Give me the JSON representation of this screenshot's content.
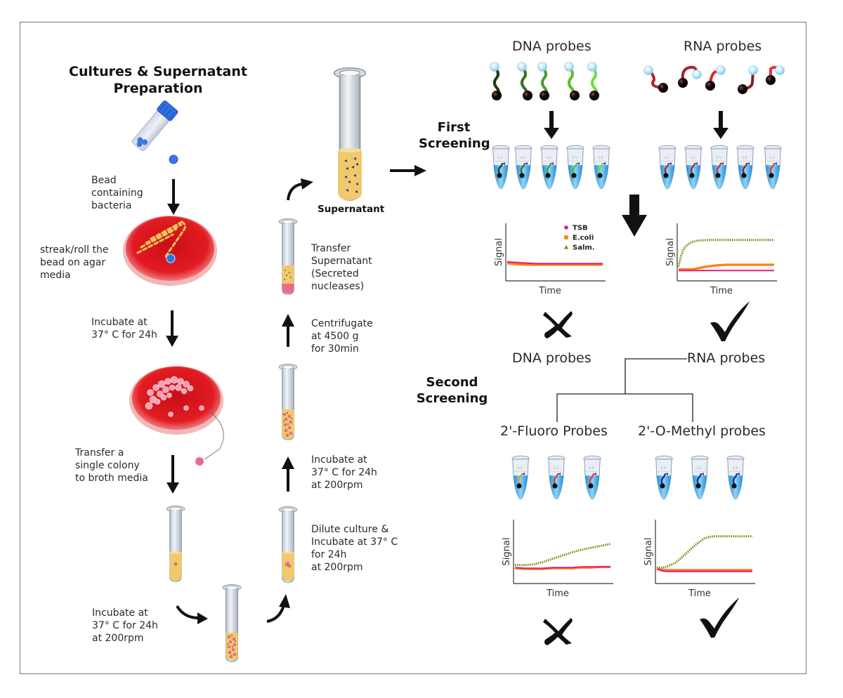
{
  "left_section": {
    "title": "Cultures & Supernatant Preparation",
    "steps": [
      {
        "label": "Bead\ncontaining\nbacteria"
      },
      {
        "label": "streak/roll the\nbead on agar\nmedia"
      },
      {
        "label": "Incubate at\n37° C for 24h"
      },
      {
        "label": "Transfer a\nsingle colony\nto broth media"
      },
      {
        "label": "Incubate at\n37° C for 24h\nat 200rpm"
      }
    ]
  },
  "middle_section": {
    "steps": [
      {
        "label": "Dilute culture &\nIncubate at 37° C\nfor 24h\nat 200rpm"
      },
      {
        "label": "Incubate at\n37° C for 24h\nat 200rpm"
      },
      {
        "label": "Centrifugate\nat 4500 g\nfor 30min"
      },
      {
        "label": "Transfer\nSupernatant\n(Secreted\nnucleases)"
      }
    ],
    "supernatant_label": "Supernatant"
  },
  "first_screening": {
    "title": "First\nScreening",
    "dna_label": "DNA probes",
    "rna_label": "RNA probes",
    "dna_result": "fail",
    "rna_result": "pass"
  },
  "second_screening": {
    "title": "Second\nScreening",
    "dna_label": "DNA probes",
    "rna_label": "RNA probes",
    "fluoro_label": "2'-Fluoro Probes",
    "methyl_label": "2'-O-Methyl probes",
    "fluoro_result": "fail",
    "methyl_result": "pass"
  },
  "colors": {
    "tsb": "#e8197d",
    "ecoli": "#ff7f0e",
    "salm": "#808000",
    "agar": "#d9141b",
    "broth": "#f0c96a",
    "bead": "#2f6fe0",
    "dna_dark": "#1d3a12",
    "dna_light": "#5fd82a",
    "rna": "#c8242a",
    "tube_liquid": "#3aa3e0"
  },
  "chart_data": [
    {
      "id": "first-dna",
      "type": "line",
      "title": "",
      "xlabel": "Time",
      "ylabel": "Signal",
      "legend": [
        "TSB",
        "E.coli",
        "Salm."
      ],
      "legend_position": "top-right",
      "ylim": [
        0,
        1
      ],
      "x": [
        0,
        0.1,
        0.2,
        0.3,
        0.4,
        0.5,
        0.6,
        0.7,
        0.8,
        0.9,
        1.0
      ],
      "series": [
        {
          "name": "TSB",
          "values": [
            0.33,
            0.32,
            0.31,
            0.3,
            0.3,
            0.3,
            0.3,
            0.3,
            0.3,
            0.3,
            0.3
          ]
        },
        {
          "name": "E.coli",
          "values": [
            0.31,
            0.29,
            0.28,
            0.28,
            0.28,
            0.28,
            0.28,
            0.28,
            0.28,
            0.28,
            0.28
          ]
        },
        {
          "name": "Salm.",
          "values": [
            0.3,
            0.29,
            0.29,
            0.29,
            0.29,
            0.29,
            0.29,
            0.29,
            0.29,
            0.29,
            0.29
          ]
        }
      ]
    },
    {
      "id": "first-rna",
      "type": "line",
      "title": "",
      "xlabel": "Time",
      "ylabel": "Signal",
      "legend": [],
      "ylim": [
        0,
        1
      ],
      "x": [
        0,
        0.02,
        0.05,
        0.1,
        0.15,
        0.2,
        0.3,
        0.4,
        0.5,
        0.6,
        0.7,
        0.8,
        0.9,
        1.0
      ],
      "series": [
        {
          "name": "TSB",
          "values": [
            0.18,
            0.18,
            0.18,
            0.18,
            0.18,
            0.18,
            0.18,
            0.18,
            0.18,
            0.18,
            0.18,
            0.18,
            0.18,
            0.18
          ]
        },
        {
          "name": "E.coli",
          "values": [
            0.2,
            0.2,
            0.2,
            0.2,
            0.2,
            0.22,
            0.25,
            0.27,
            0.28,
            0.28,
            0.28,
            0.28,
            0.28,
            0.28
          ]
        },
        {
          "name": "Salm.",
          "values": [
            0.25,
            0.4,
            0.55,
            0.64,
            0.68,
            0.7,
            0.71,
            0.71,
            0.71,
            0.71,
            0.71,
            0.71,
            0.71,
            0.71
          ]
        }
      ]
    },
    {
      "id": "second-fluoro",
      "type": "line",
      "title": "",
      "xlabel": "Time",
      "ylabel": "Signal",
      "legend": [],
      "ylim": [
        0,
        1
      ],
      "x": [
        0,
        0.1,
        0.2,
        0.3,
        0.4,
        0.5,
        0.6,
        0.7,
        0.8,
        0.9,
        1.0
      ],
      "series": [
        {
          "name": "TSB",
          "values": [
            0.25,
            0.24,
            0.24,
            0.24,
            0.25,
            0.25,
            0.25,
            0.26,
            0.26,
            0.26,
            0.26
          ]
        },
        {
          "name": "E.coli",
          "values": [
            0.24,
            0.23,
            0.23,
            0.23,
            0.24,
            0.24,
            0.24,
            0.25,
            0.25,
            0.26,
            0.26
          ]
        },
        {
          "name": "Salm.",
          "values": [
            0.29,
            0.29,
            0.3,
            0.34,
            0.39,
            0.44,
            0.49,
            0.53,
            0.56,
            0.59,
            0.62
          ]
        }
      ]
    },
    {
      "id": "second-methyl",
      "type": "line",
      "title": "",
      "xlabel": "Time",
      "ylabel": "Signal",
      "legend": [],
      "ylim": [
        0,
        1
      ],
      "x": [
        0,
        0.05,
        0.1,
        0.2,
        0.3,
        0.4,
        0.5,
        0.55,
        0.6,
        0.7,
        0.8,
        0.9,
        1.0
      ],
      "series": [
        {
          "name": "TSB",
          "values": [
            0.23,
            0.2,
            0.19,
            0.19,
            0.19,
            0.19,
            0.19,
            0.19,
            0.19,
            0.19,
            0.19,
            0.19,
            0.19
          ]
        },
        {
          "name": "E.coli",
          "values": [
            0.23,
            0.22,
            0.21,
            0.21,
            0.21,
            0.21,
            0.21,
            0.21,
            0.21,
            0.21,
            0.21,
            0.21,
            0.21
          ]
        },
        {
          "name": "Salm.",
          "values": [
            0.25,
            0.25,
            0.26,
            0.33,
            0.46,
            0.6,
            0.71,
            0.73,
            0.74,
            0.74,
            0.74,
            0.74,
            0.74
          ]
        }
      ]
    }
  ]
}
